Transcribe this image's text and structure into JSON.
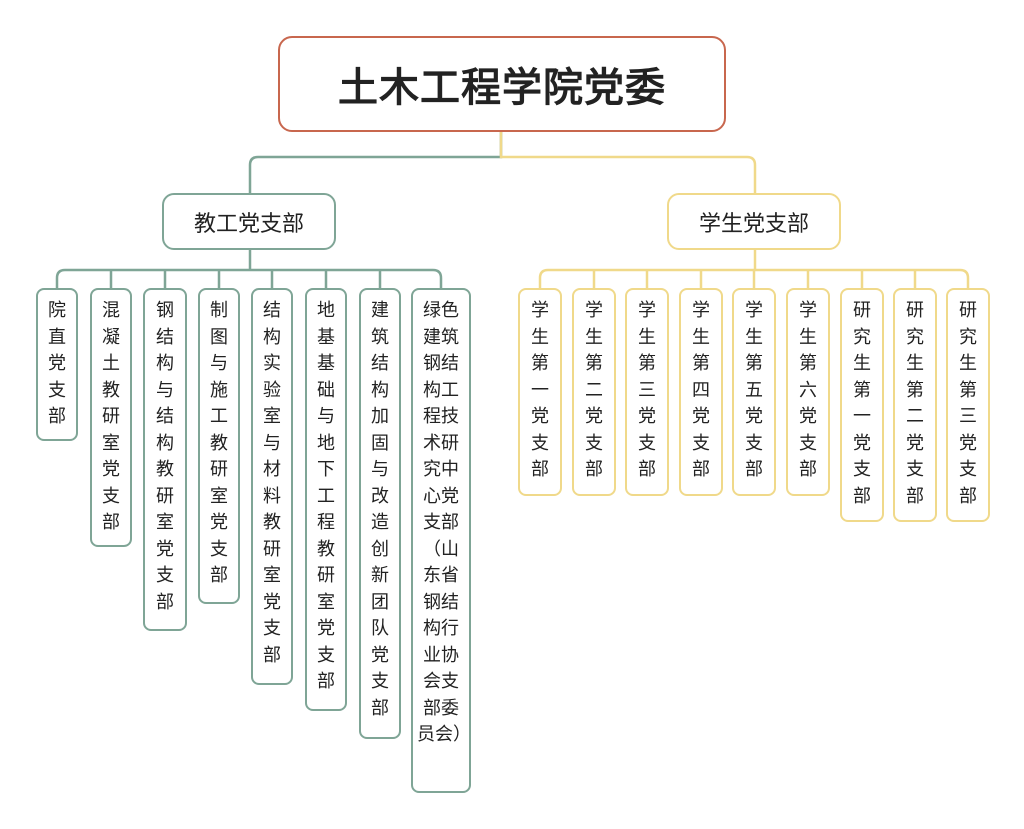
{
  "root": {
    "title": "土木工程学院党委"
  },
  "colors": {
    "root": "#c8674e",
    "faculty": "#7fa596",
    "student": "#f0d98a"
  },
  "faculty_branch": {
    "title": "教工党支部",
    "children": [
      "院直党支部",
      "混凝土教研室党支部",
      "钢结构与结构教研室党支部",
      "制图与施工教研室党支部",
      "结构实验室与材料教研室党支部",
      "地基基础与地下工程教研室党支部",
      "建筑结构加固与改造创新团队党支部",
      "绿色建筑钢结构工程技术研究中心党支部（山东省钢结构行业协会支部委员会）"
    ]
  },
  "student_branch": {
    "title": "学生党支部",
    "children": [
      "学生第一党支部",
      "学生第二党支部",
      "学生第三党支部",
      "学生第四党支部",
      "学生第五党支部",
      "学生第六党支部",
      "研究生第一党支部",
      "研究生第二党支部",
      "研究生第三党支部"
    ]
  }
}
